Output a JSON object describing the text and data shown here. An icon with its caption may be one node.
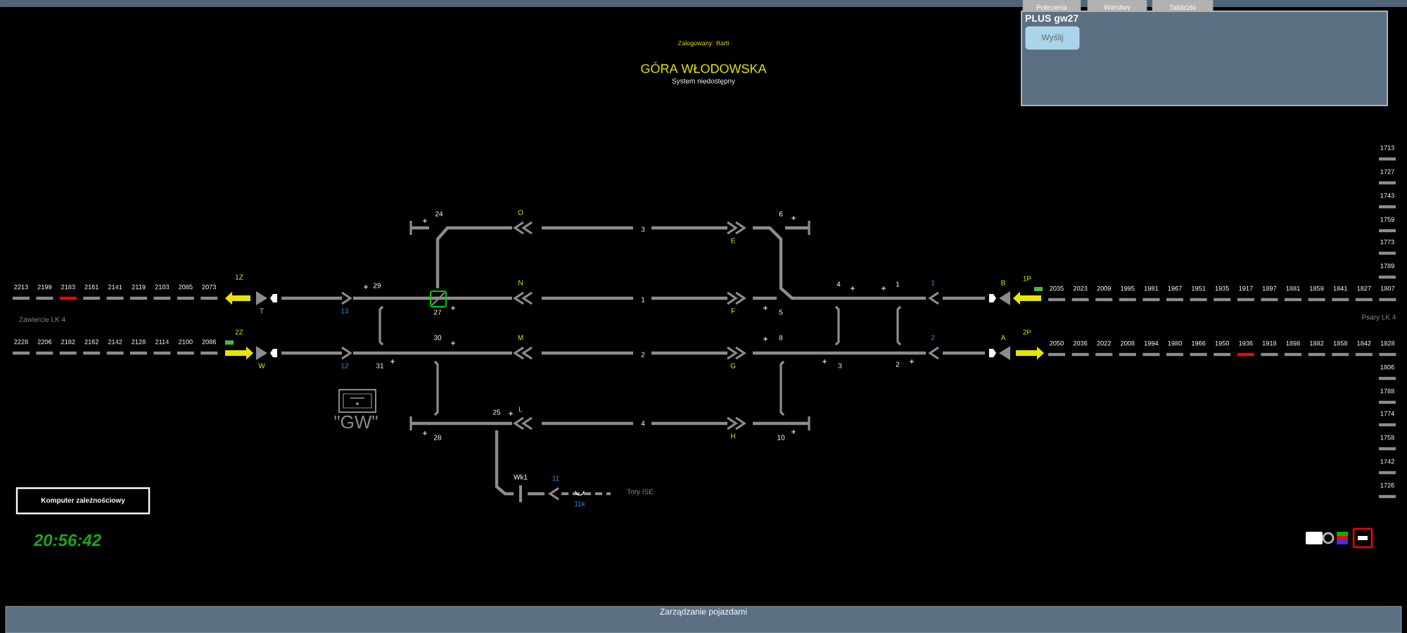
{
  "diagram": {
    "nodes": [
      {
        "text": [
          "Polecenia"
        ]
      },
      {
        "text": [
          "Warstwy"
        ]
      },
      {
        "text": [
          "Tabliczki"
        ]
      },
      {
        "text": [
          "PLUS gw27"
        ]
      },
      {
        "text": [
          "Wyślij"
        ],
        "in": 3
      },
      {
        "text": [
          "Komputer zależnościowy"
        ]
      },
      {
        "text": [
          "Zarządzanie pojazdami"
        ]
      }
    ],
    "labels": [
      "Zalogowany: Barti",
      "GÓRA WŁODOWSKA",
      "System niedostępny",
      "1713",
      "1727",
      "1743",
      "1759",
      "1773",
      "1789",
      "2213",
      "2199",
      "2183",
      "2161",
      "2141",
      "2119",
      "2103",
      "2085",
      "2073",
      "2035",
      "2023",
      "2009",
      "1995",
      "1981",
      "1967",
      "1951",
      "1935",
      "1917",
      "1897",
      "1881",
      "1859",
      "1841",
      "1827",
      "1807",
      "Zawiercie LK 4",
      "Psary LK 4",
      "2228",
      "2206",
      "2182",
      "2162",
      "2142",
      "2128",
      "2114",
      "2100",
      "2086",
      "2050",
      "2036",
      "2022",
      "2008",
      "1994",
      "1980",
      "1966",
      "1950",
      "1936",
      "1918",
      "1898",
      "1882",
      "1858",
      "1842",
      "1828",
      "1806",
      "1788",
      "1774",
      "1758",
      "1742",
      "1726",
      "1Z",
      "24",
      "O",
      "3",
      "6",
      "E",
      "29",
      "N",
      "4",
      "1",
      "1",
      "B",
      "1P",
      "T",
      "13",
      "27",
      "1",
      "F",
      "5",
      "2Z",
      "30",
      "M",
      "8",
      "2",
      "A",
      "2P",
      "W",
      "12",
      "31",
      "2",
      "G",
      "3",
      "2",
      "\"GW\"",
      "25",
      "L",
      "4",
      "28",
      "H",
      "10",
      "Wk1",
      "11",
      "11k",
      "Tory ISE",
      "20:56:42"
    ]
  }
}
